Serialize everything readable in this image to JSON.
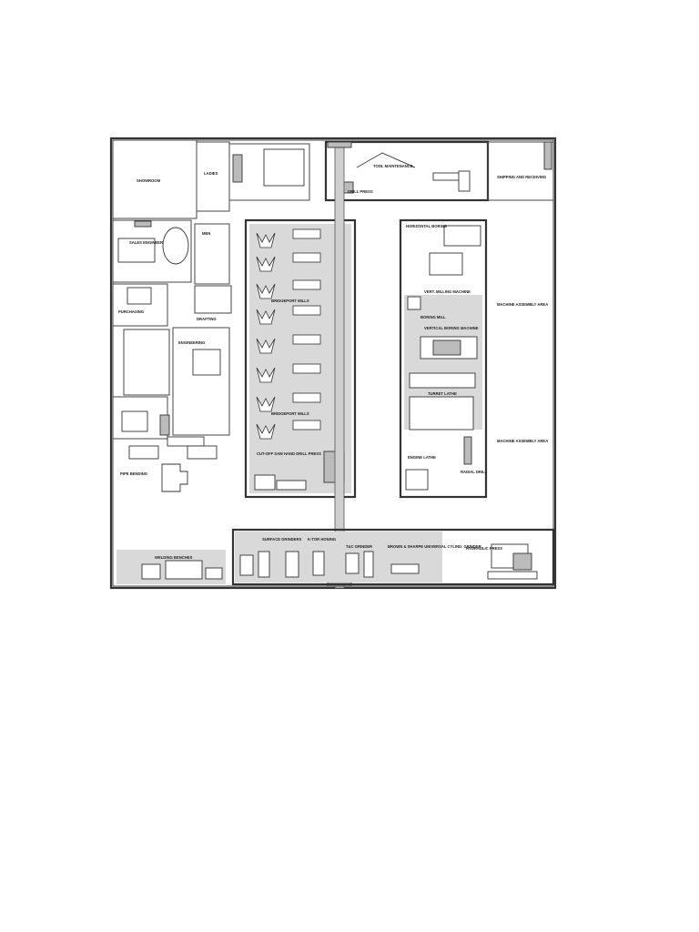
{
  "labels": {
    "showroom": "SHOWROOM",
    "ladies": "LADIES",
    "men": "MEN",
    "sales_engineer": "SALES ENGINEER",
    "purchasing": "PURCHASING",
    "engineering": "ENGINEERING",
    "drafting": "DRAFTING",
    "bridgeport_1": "BRIDGEPORT MILLS",
    "bridgeport_2": "BRIDGEPORT MILLS",
    "cutoff": "CUT-OFF SAW",
    "hand_drill": "HAND DRILL PRESS",
    "drill_press": "DRILL PRESS",
    "tool_maint": "TOOL MAINTENANCE",
    "shipping_receiving": "SHIPPING AND RECEIVING",
    "machine_assembly_1": "MACHINE ASSEMBLY AREA",
    "machine_assembly_2": "MACHINE ASSEMBLY AREA",
    "horiz_boring": "HORIZONTAL BORING",
    "vert_mill": "VERT. MILLING MACHINE",
    "boring_mill": "BORING MILL",
    "vertical_boring": "VERTICAL BORING MACHINE",
    "turret_lathe": "TURRET LATHE",
    "radial_drill": "RADIAL DRILL",
    "engine_lathe": "ENGINE LATHE",
    "pipe_bending": "PIPE BENDING",
    "surface_grinders": "SURFACE GRINDERS",
    "ktor_honing": "K-TOR HONING",
    "tool_grinder": "T&C GRINDER",
    "brown_sharpe": "BROWN & SHARPE UNIVERSAL CYLIND. GRINDER",
    "hyd_press": "HYDRAULIC PRESS",
    "weld_bench": "WELDING BENCHES"
  },
  "colors": {
    "wall": "#333333",
    "shade": "#d9d9d9",
    "paper": "#ffffff"
  }
}
